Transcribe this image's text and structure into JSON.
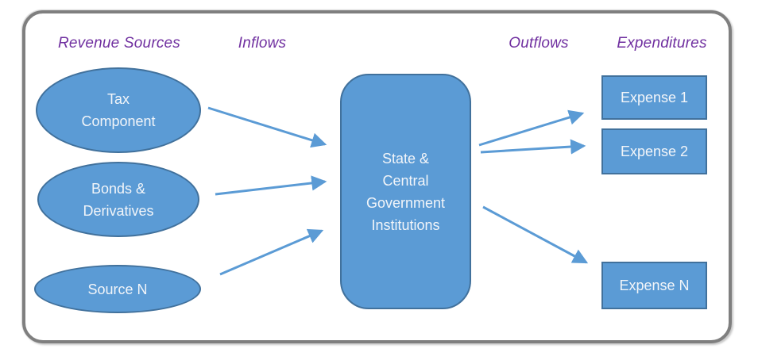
{
  "colors": {
    "shape_fill": "#5b9bd5",
    "shape_border": "#41719c",
    "arrow": "#5b9bd5",
    "header_text": "#7030a0",
    "frame_border": "#7f7f7f",
    "shape_text": "#f2f5f9"
  },
  "headers": {
    "revenue_sources": "Revenue Sources",
    "inflows": "Inflows",
    "outflows": "Outflows",
    "expenditures": "Expenditures"
  },
  "sources": [
    {
      "id": "tax-component",
      "label": "Tax\nComponent"
    },
    {
      "id": "bonds-derivatives",
      "label": "Bonds &\nDerivatives"
    },
    {
      "id": "source-n",
      "label": "Source N"
    }
  ],
  "center": {
    "id": "government-institutions",
    "label": "State &\nCentral\nGovernment\nInstitutions"
  },
  "expenses": [
    {
      "id": "expense-1",
      "label": "Expense 1"
    },
    {
      "id": "expense-2",
      "label": "Expense 2"
    },
    {
      "id": "expense-n",
      "label": "Expense N"
    }
  ],
  "connections": [
    {
      "from": "tax-component",
      "to": "government-institutions"
    },
    {
      "from": "bonds-derivatives",
      "to": "government-institutions"
    },
    {
      "from": "source-n",
      "to": "government-institutions"
    },
    {
      "from": "government-institutions",
      "to": "expense-1"
    },
    {
      "from": "government-institutions",
      "to": "expense-2"
    },
    {
      "from": "government-institutions",
      "to": "expense-n"
    }
  ]
}
